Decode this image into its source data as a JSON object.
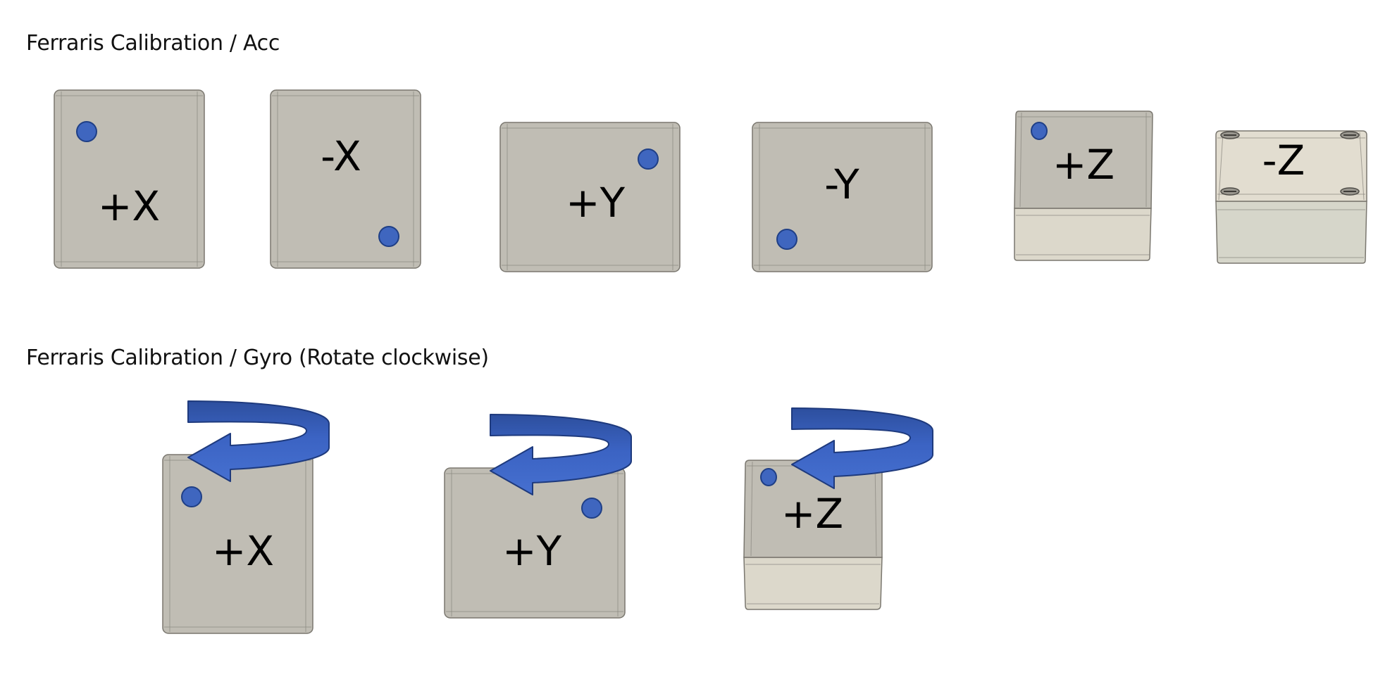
{
  "sections": {
    "acc": {
      "title": "Ferraris Calibration / Acc",
      "orientations": [
        "+X",
        "-X",
        "+Y",
        "-Y",
        "+Z",
        "-Z"
      ]
    },
    "gyro": {
      "title": "Ferraris Calibration / Gyro (Rotate clockwise)",
      "orientations": [
        "+X",
        "+Y",
        "+Z"
      ]
    }
  },
  "colors": {
    "box_face": "#c0bdb4",
    "box_body": "#dcd8cb",
    "box_edge": "#7a776f",
    "marker_dot": "#3f66bf",
    "marker_dot_edge": "#1f3f86",
    "arrow_fill": "#3b63c3",
    "arrow_edge": "#1e3a7d"
  },
  "icons": {
    "marker": "blue-dot-marker",
    "rotation": "clockwise-arrow-icon",
    "screw": "screw-head-icon"
  }
}
